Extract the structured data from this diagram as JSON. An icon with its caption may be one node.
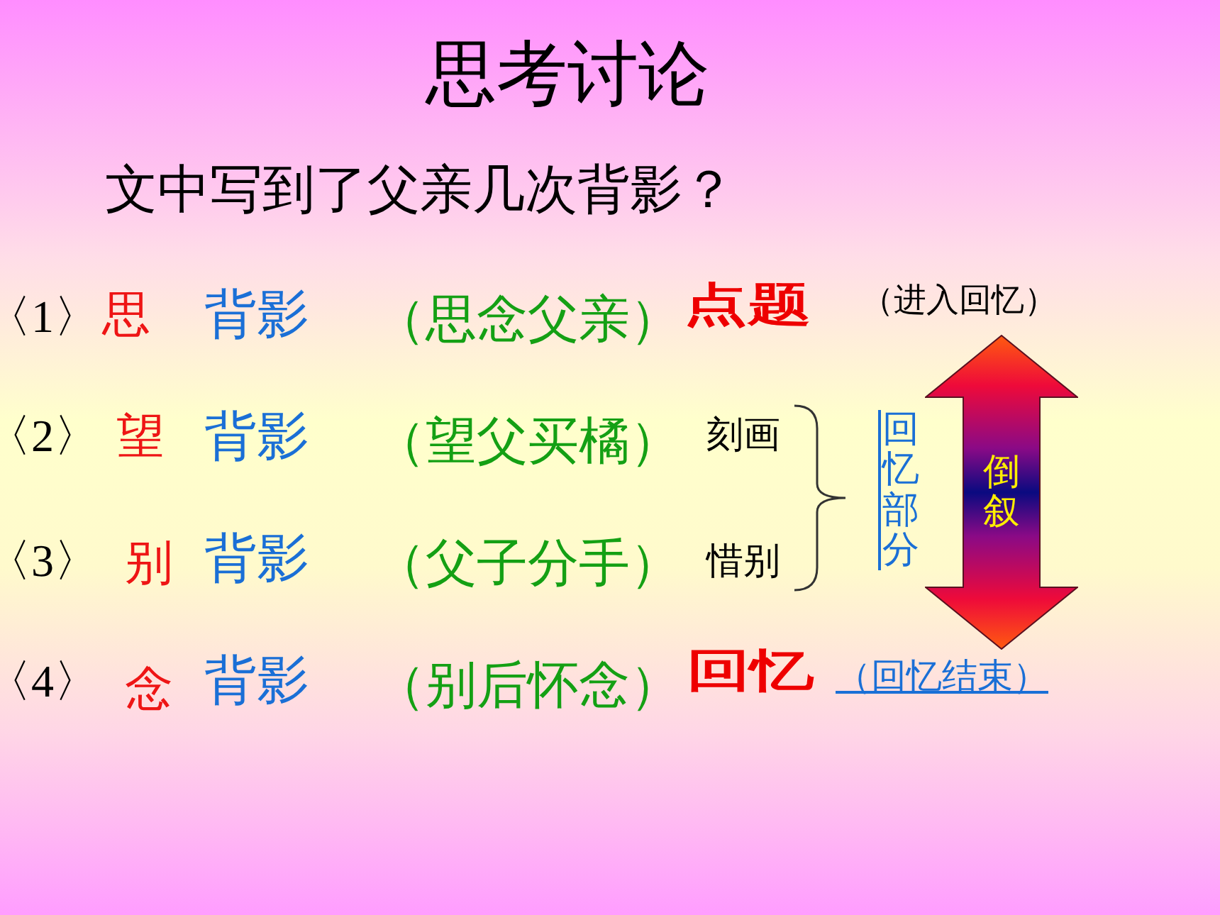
{
  "diagram": {
    "title": "思考讨论",
    "nodes": [
      {
        "text": [
          "倒叙"
        ],
        "beside": [
          "（进入回忆）",
          "（回忆结束）"
        ]
      }
    ],
    "labels": [
      "文中写到了父亲几次背影？",
      "〈1〉",
      "思",
      "背影",
      "（思念父亲）",
      "点题",
      "〈2〉",
      "望",
      "背影",
      "（望父买橘）",
      "刻画",
      "回忆部分",
      "〈3〉",
      "别",
      "背影",
      "（父子分手）",
      "惜别",
      "〈4〉",
      "念",
      "背影",
      "（别后怀念）",
      "回忆"
    ]
  }
}
